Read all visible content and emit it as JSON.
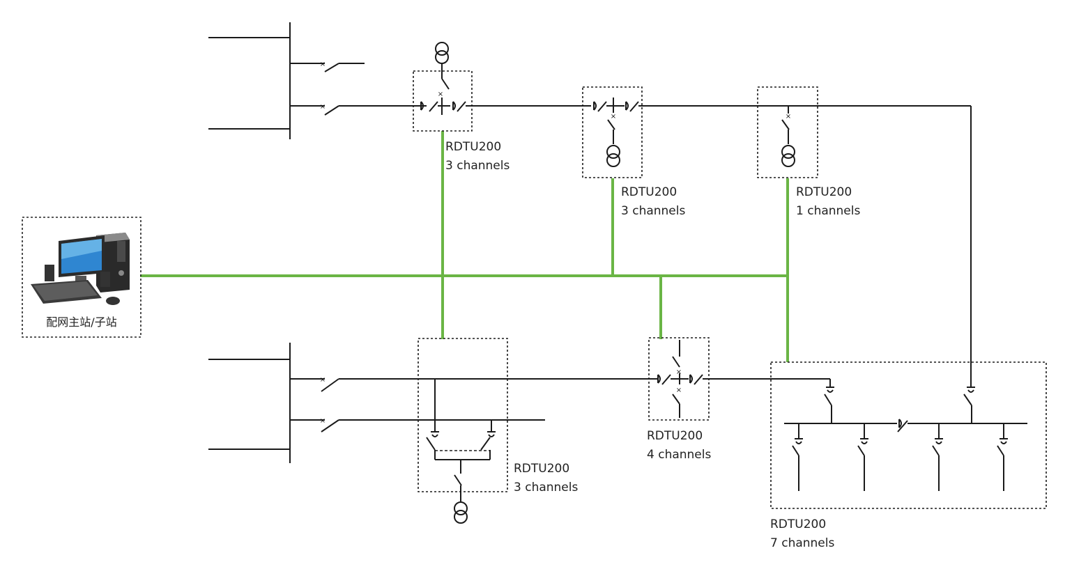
{
  "colors": {
    "comm_line": "#6ab545",
    "power_line": "#1a1a1a",
    "box_border": "#222222"
  },
  "master_station": {
    "label": "配网主站/子站",
    "icon": "desktop-computer-icon"
  },
  "units": [
    {
      "id": "u1",
      "model": "RDTU200",
      "channels": "3 channels"
    },
    {
      "id": "u2",
      "model": "RDTU200",
      "channels": "3 channels"
    },
    {
      "id": "u3",
      "model": "RDTU200",
      "channels": "1 channels"
    },
    {
      "id": "u4",
      "model": "RDTU200",
      "channels": "3 channels"
    },
    {
      "id": "u5",
      "model": "RDTU200",
      "channels": "4 channels"
    },
    {
      "id": "u6",
      "model": "RDTU200",
      "channels": "7 channels"
    }
  ]
}
